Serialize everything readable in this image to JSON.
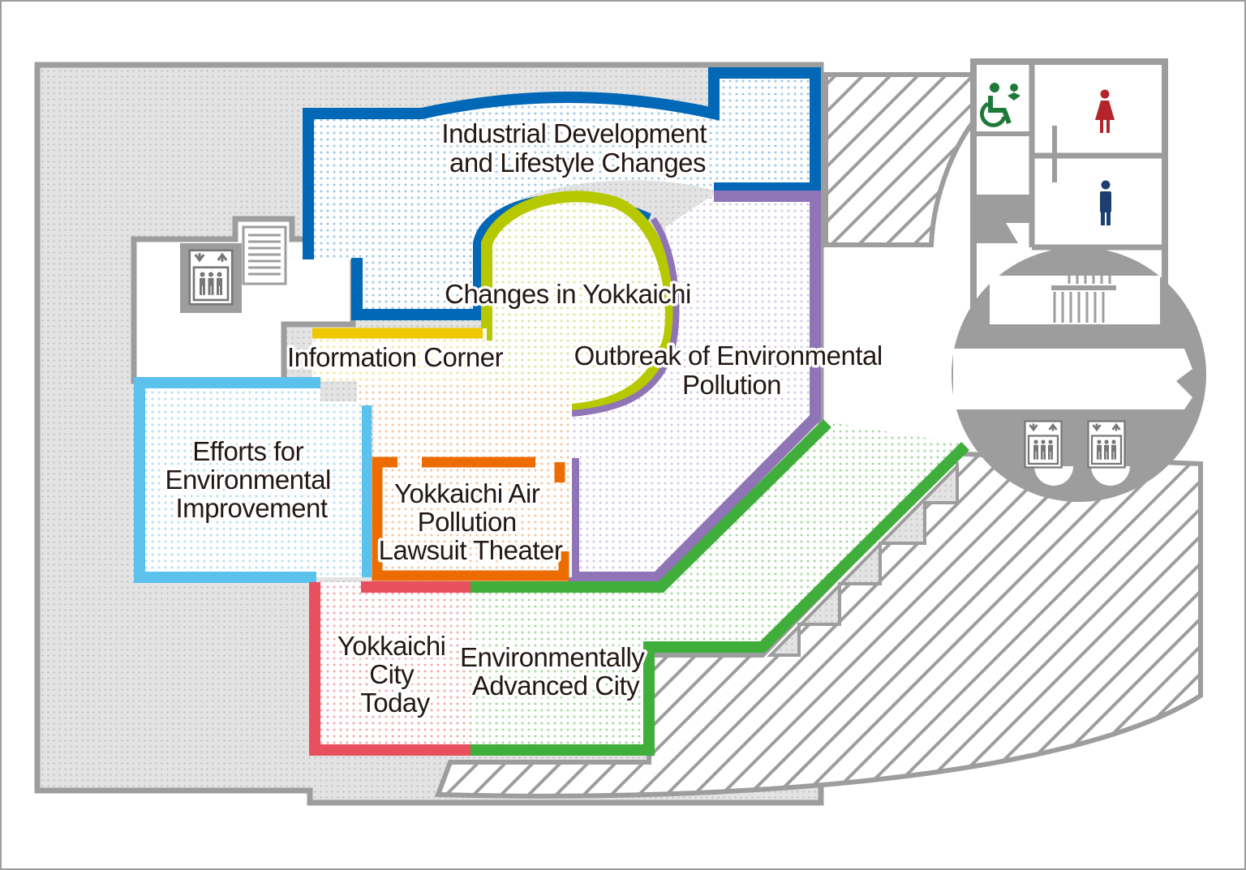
{
  "zones": [
    {
      "id": "industrial",
      "lines": [
        "Industrial Development",
        "and Lifestyle Changes"
      ],
      "color": "#0068b7"
    },
    {
      "id": "changes",
      "lines": [
        "Changes in Yokkaichi"
      ],
      "color": "#b5c800"
    },
    {
      "id": "outbreak",
      "lines": [
        "Outbreak of Environmental",
        "Pollution"
      ],
      "color": "#8f74b6"
    },
    {
      "id": "info",
      "lines": [
        "Information Corner"
      ],
      "color": "#f0c800"
    },
    {
      "id": "efforts",
      "lines": [
        "Efforts for",
        "Environmental",
        "Improvement"
      ],
      "color": "#5bc2ee"
    },
    {
      "id": "theater",
      "lines": [
        "Yokkaichi Air",
        "Pollution",
        "Lawsuit Theater"
      ],
      "color": "#ec6c00"
    },
    {
      "id": "today",
      "lines": [
        "Yokkaichi",
        "City",
        "Today"
      ],
      "color": "#e8505e"
    },
    {
      "id": "advanced",
      "lines": [
        "Environmentally",
        "Advanced City"
      ],
      "color": "#3fae3a"
    }
  ],
  "icons": {
    "elevator": "elevator-icon",
    "accessible_toilet": "accessible-toilet-icon",
    "womens_toilet": "womens-toilet-icon",
    "mens_toilet": "mens-toilet-icon",
    "stairs": "stairs-icon"
  },
  "colors": {
    "wall": "#9d9d9d",
    "background_area": "#dcdcdc",
    "hatch": "#9d9d9d",
    "accessible": "#1f7a3a",
    "women": "#b3252b",
    "men": "#1d3f70"
  }
}
